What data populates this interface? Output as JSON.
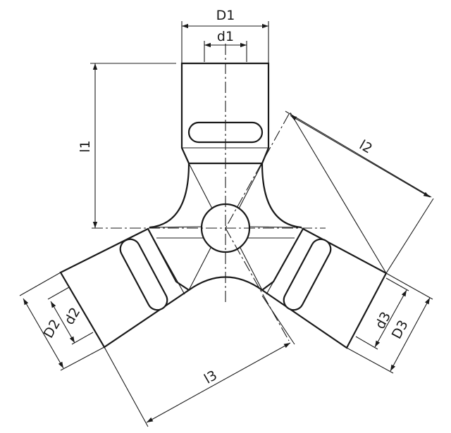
{
  "labels": {
    "D1": "D1",
    "d1": "d1",
    "l1": "l1",
    "l2": "l2",
    "D2": "D2",
    "d2": "d2",
    "l3": "l3",
    "d3": "d3",
    "D3": "D3"
  }
}
